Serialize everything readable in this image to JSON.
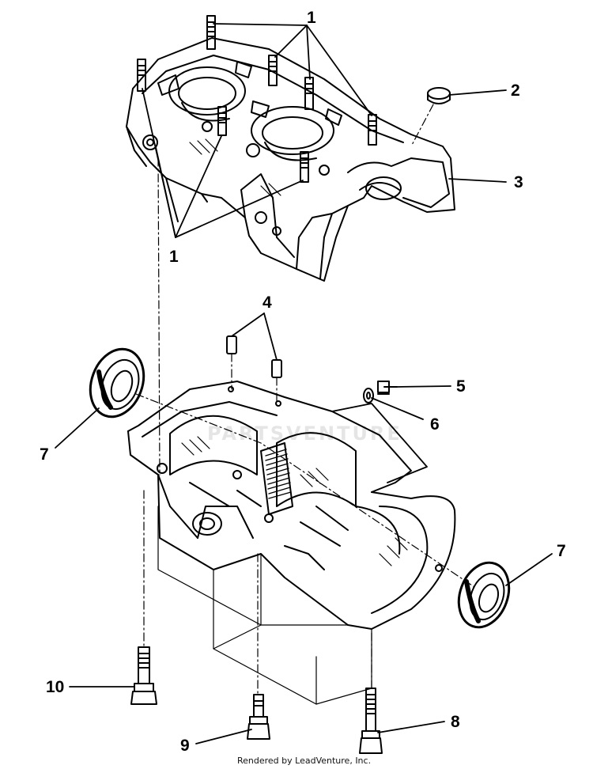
{
  "callouts": {
    "c1_top": "1",
    "c1_bottom": "1",
    "c2": "2",
    "c3": "3",
    "c4": "4",
    "c5": "5",
    "c6": "6",
    "c7_left": "7",
    "c7_right": "7",
    "c8": "8",
    "c9": "9",
    "c10": "10"
  },
  "watermark": "PARTSVENTURE",
  "footer": "Rendered by LeadVenture, Inc."
}
